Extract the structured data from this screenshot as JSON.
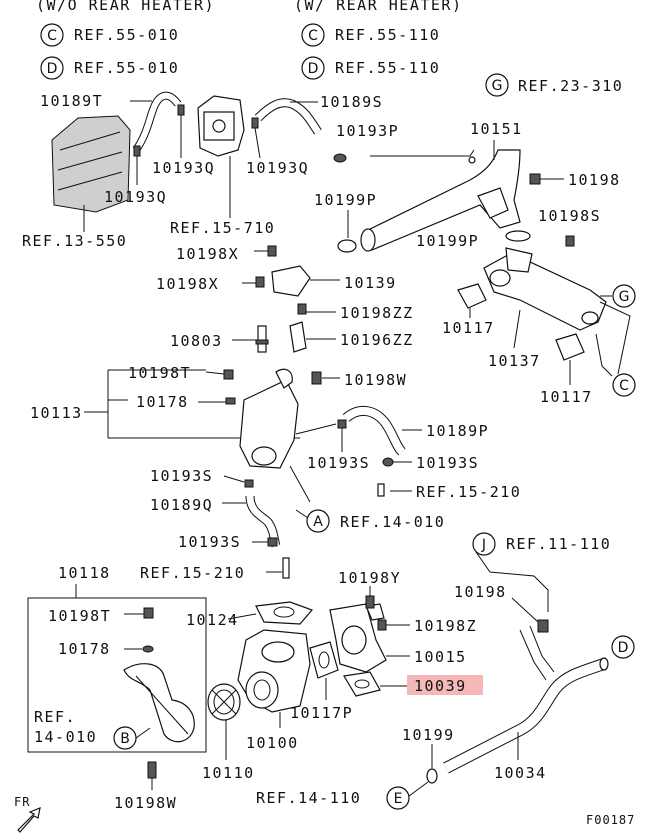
{
  "header": {
    "left": "(W/O REAR HEATER)",
    "right": "(W/ REAR HEATER)",
    "left_refs": [
      {
        "letter": "C",
        "ref": "REF.55-010"
      },
      {
        "letter": "D",
        "ref": "REF.55-010"
      }
    ],
    "right_refs": [
      {
        "letter": "C",
        "ref": "REF.55-110"
      },
      {
        "letter": "D",
        "ref": "REF.55-110"
      }
    ]
  },
  "callouts": {
    "G": "G",
    "A": "A",
    "J": "J",
    "B": "B",
    "E": "E",
    "C": "C",
    "D": "D"
  },
  "refs": {
    "g": "REF.23-310",
    "r13_550": "REF.13-550",
    "r15_710": "REF.15-710",
    "a": "REF.14-010",
    "r15_210_a": "REF.15-210",
    "r15_210_b": "REF.15-210",
    "j": "REF.11-110",
    "b_line1": "REF.",
    "b_line2": "14-010",
    "e": "REF.14-110"
  },
  "parts": {
    "p10189T": "10189T",
    "p10189S": "10189S",
    "p10193Q_a": "10193Q",
    "p10193Q_b": "10193Q",
    "p10193Q_c": "10193Q",
    "p10193P": "10193P",
    "p10151": "10151",
    "p10198": "10198",
    "p10199P_a": "10199P",
    "p10199P_b": "10199P",
    "p10198S": "10198S",
    "p10198X_a": "10198X",
    "p10198X_b": "10198X",
    "p10139": "10139",
    "p10198ZZ": "10198ZZ",
    "p10196ZZ": "10196ZZ",
    "p10117_a": "10117",
    "p10117_b": "10117",
    "p10137": "10137",
    "p10803": "10803",
    "p10198T_a": "10198T",
    "p10198W_a": "10198W",
    "p10113": "10113",
    "p10178_a": "10178",
    "p10189P": "10189P",
    "p10193S_a": "10193S",
    "p10193S_b": "10193S",
    "p10193S_c": "10193S",
    "p10189Q": "10189Q",
    "p10118": "10118",
    "p10198T_b": "10198T",
    "p10178_b": "10178",
    "p10124": "10124",
    "p10198Y": "10198Y",
    "p10198Z": "10198Z",
    "p10015": "10015",
    "p10039": "10039",
    "p10117P": "10117P",
    "p10100": "10100",
    "p10110": "10110",
    "p10198W_b": "10198W",
    "p10199": "10199",
    "p10034": "10034",
    "p10198_b": "10198"
  },
  "footer": {
    "fr": "FR",
    "code": "F00187"
  },
  "colors": {
    "highlight": "#f4b8b8",
    "line": "#111111"
  }
}
